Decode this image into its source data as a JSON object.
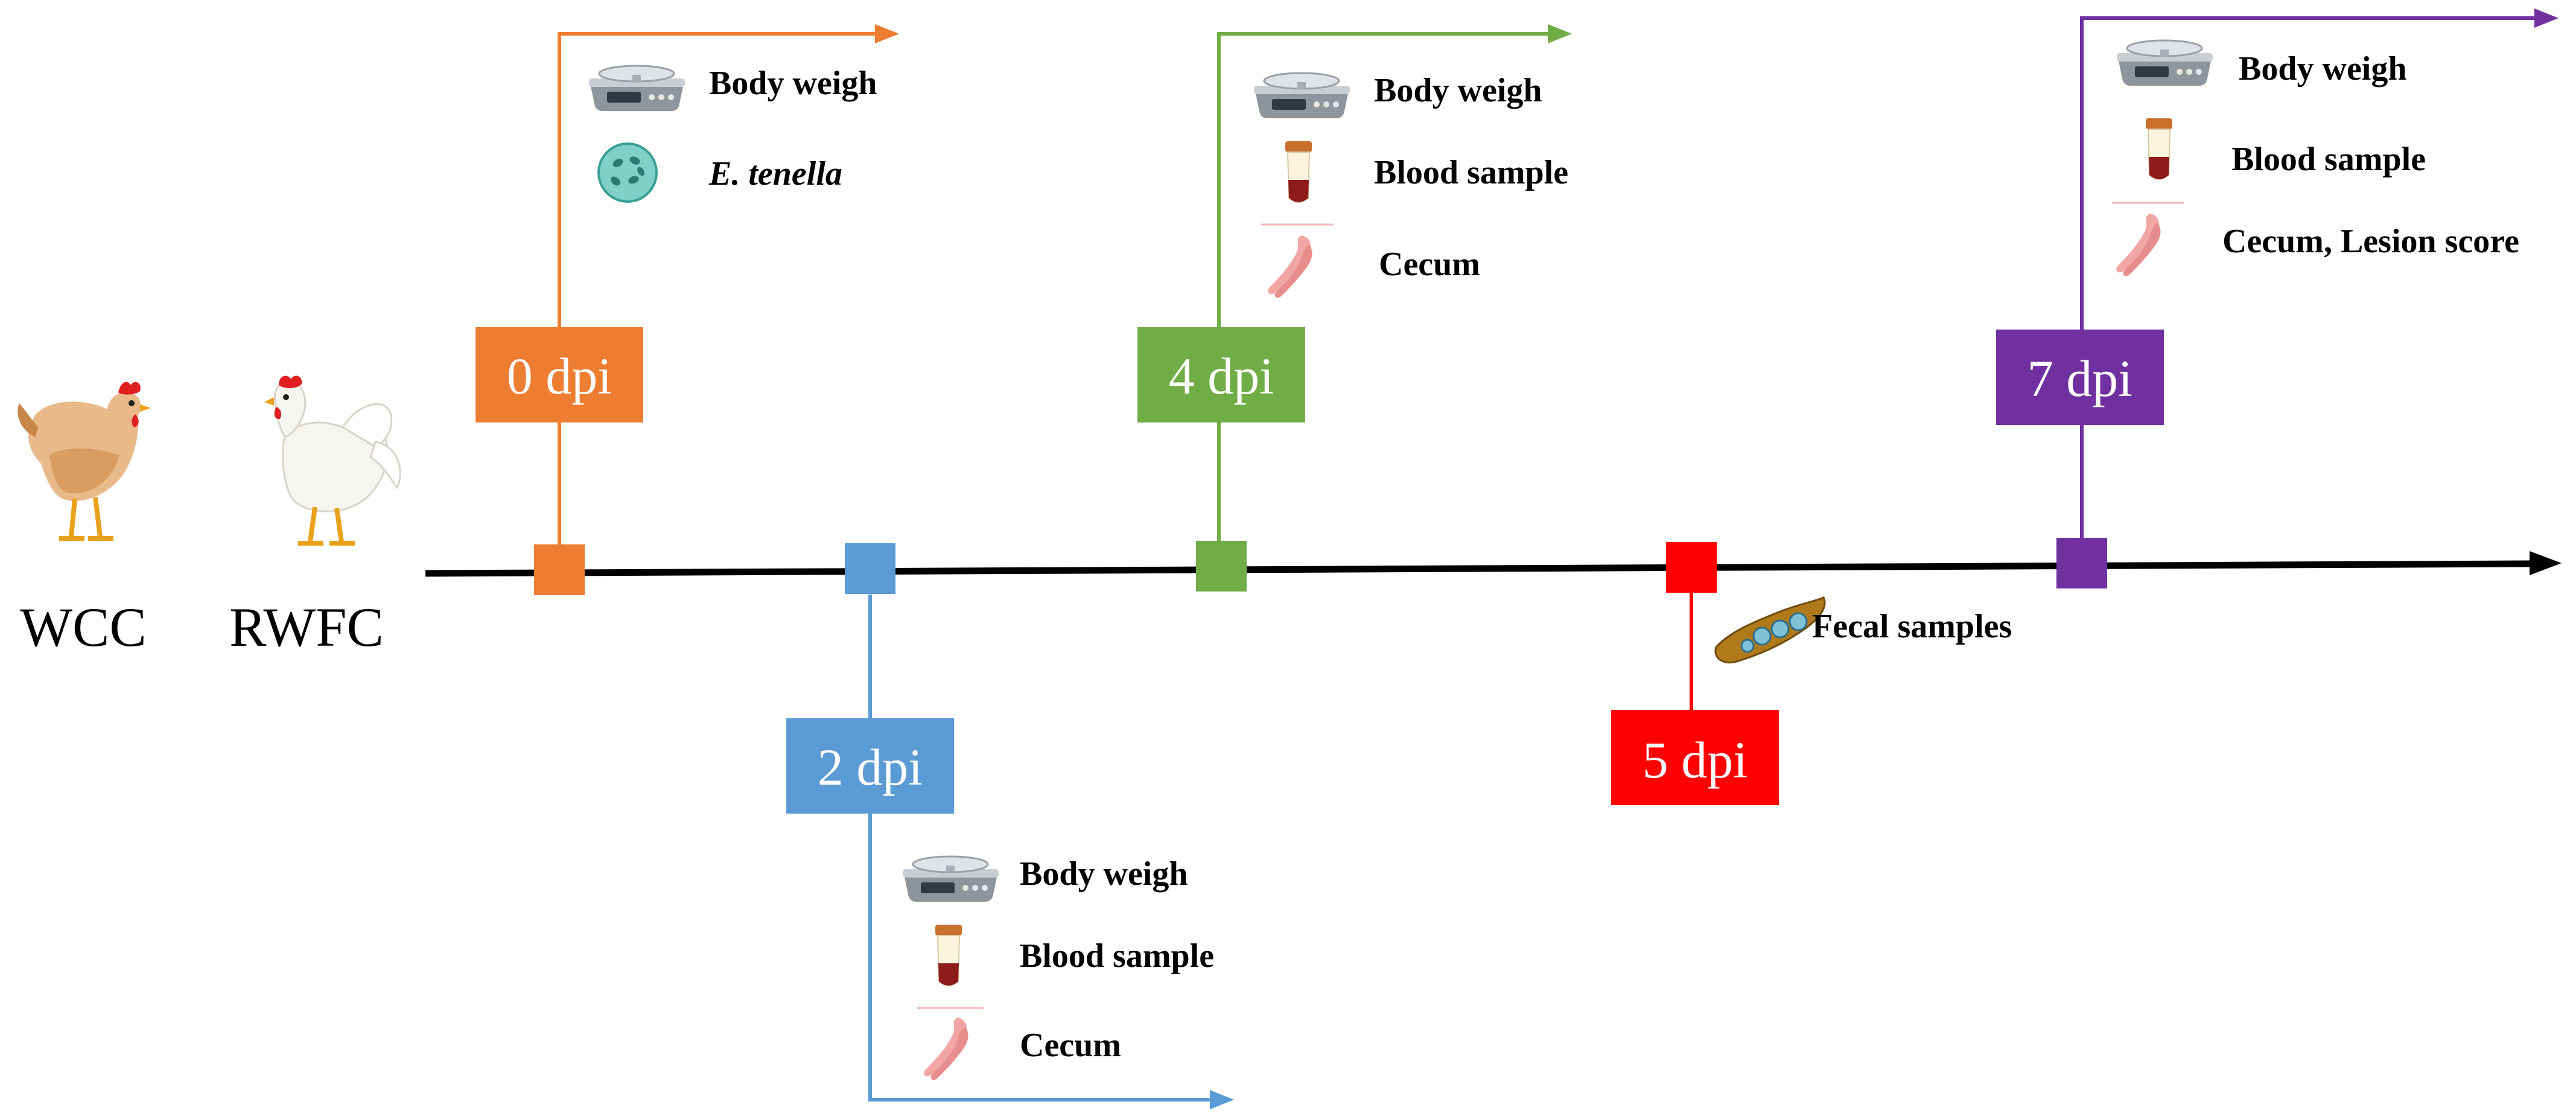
{
  "colors": {
    "day0": "#ED7D31",
    "day2": "#5B9BD5",
    "day4": "#70AD47",
    "day5": "#FF0000",
    "day7": "#7030A0",
    "axis": "#000000"
  },
  "birds": [
    {
      "label": "WCC",
      "icon": "brown-hen-icon"
    },
    {
      "label": "RWFC",
      "icon": "white-rooster-icon"
    }
  ],
  "timepoints": [
    {
      "label": "0 dpi",
      "color_key": "day0",
      "items": [
        {
          "icon": "scale-icon",
          "label": "Body weigh"
        },
        {
          "icon": "oocyst-icon",
          "label": "E. tenella",
          "italic": true
        }
      ]
    },
    {
      "label": "2 dpi",
      "color_key": "day2",
      "items": [
        {
          "icon": "scale-icon",
          "label": "Body weigh"
        },
        {
          "icon": "blood-tube-icon",
          "label": "Blood sample"
        },
        {
          "icon": "cecum-icon",
          "label": "Cecum"
        }
      ]
    },
    {
      "label": "4 dpi",
      "color_key": "day4",
      "items": [
        {
          "icon": "scale-icon",
          "label": "Body weigh"
        },
        {
          "icon": "blood-tube-icon",
          "label": "Blood sample"
        },
        {
          "icon": "cecum-icon",
          "label": "Cecum"
        }
      ]
    },
    {
      "label": "5 dpi",
      "color_key": "day5",
      "items": [
        {
          "icon": "feces-icon",
          "label": "Fecal samples"
        }
      ]
    },
    {
      "label": "7 dpi",
      "color_key": "day7",
      "items": [
        {
          "icon": "scale-icon",
          "label": "Body weigh"
        },
        {
          "icon": "blood-tube-icon",
          "label": "Blood sample"
        },
        {
          "icon": "cecum-icon",
          "label": "Cecum, Lesion score"
        }
      ]
    }
  ]
}
